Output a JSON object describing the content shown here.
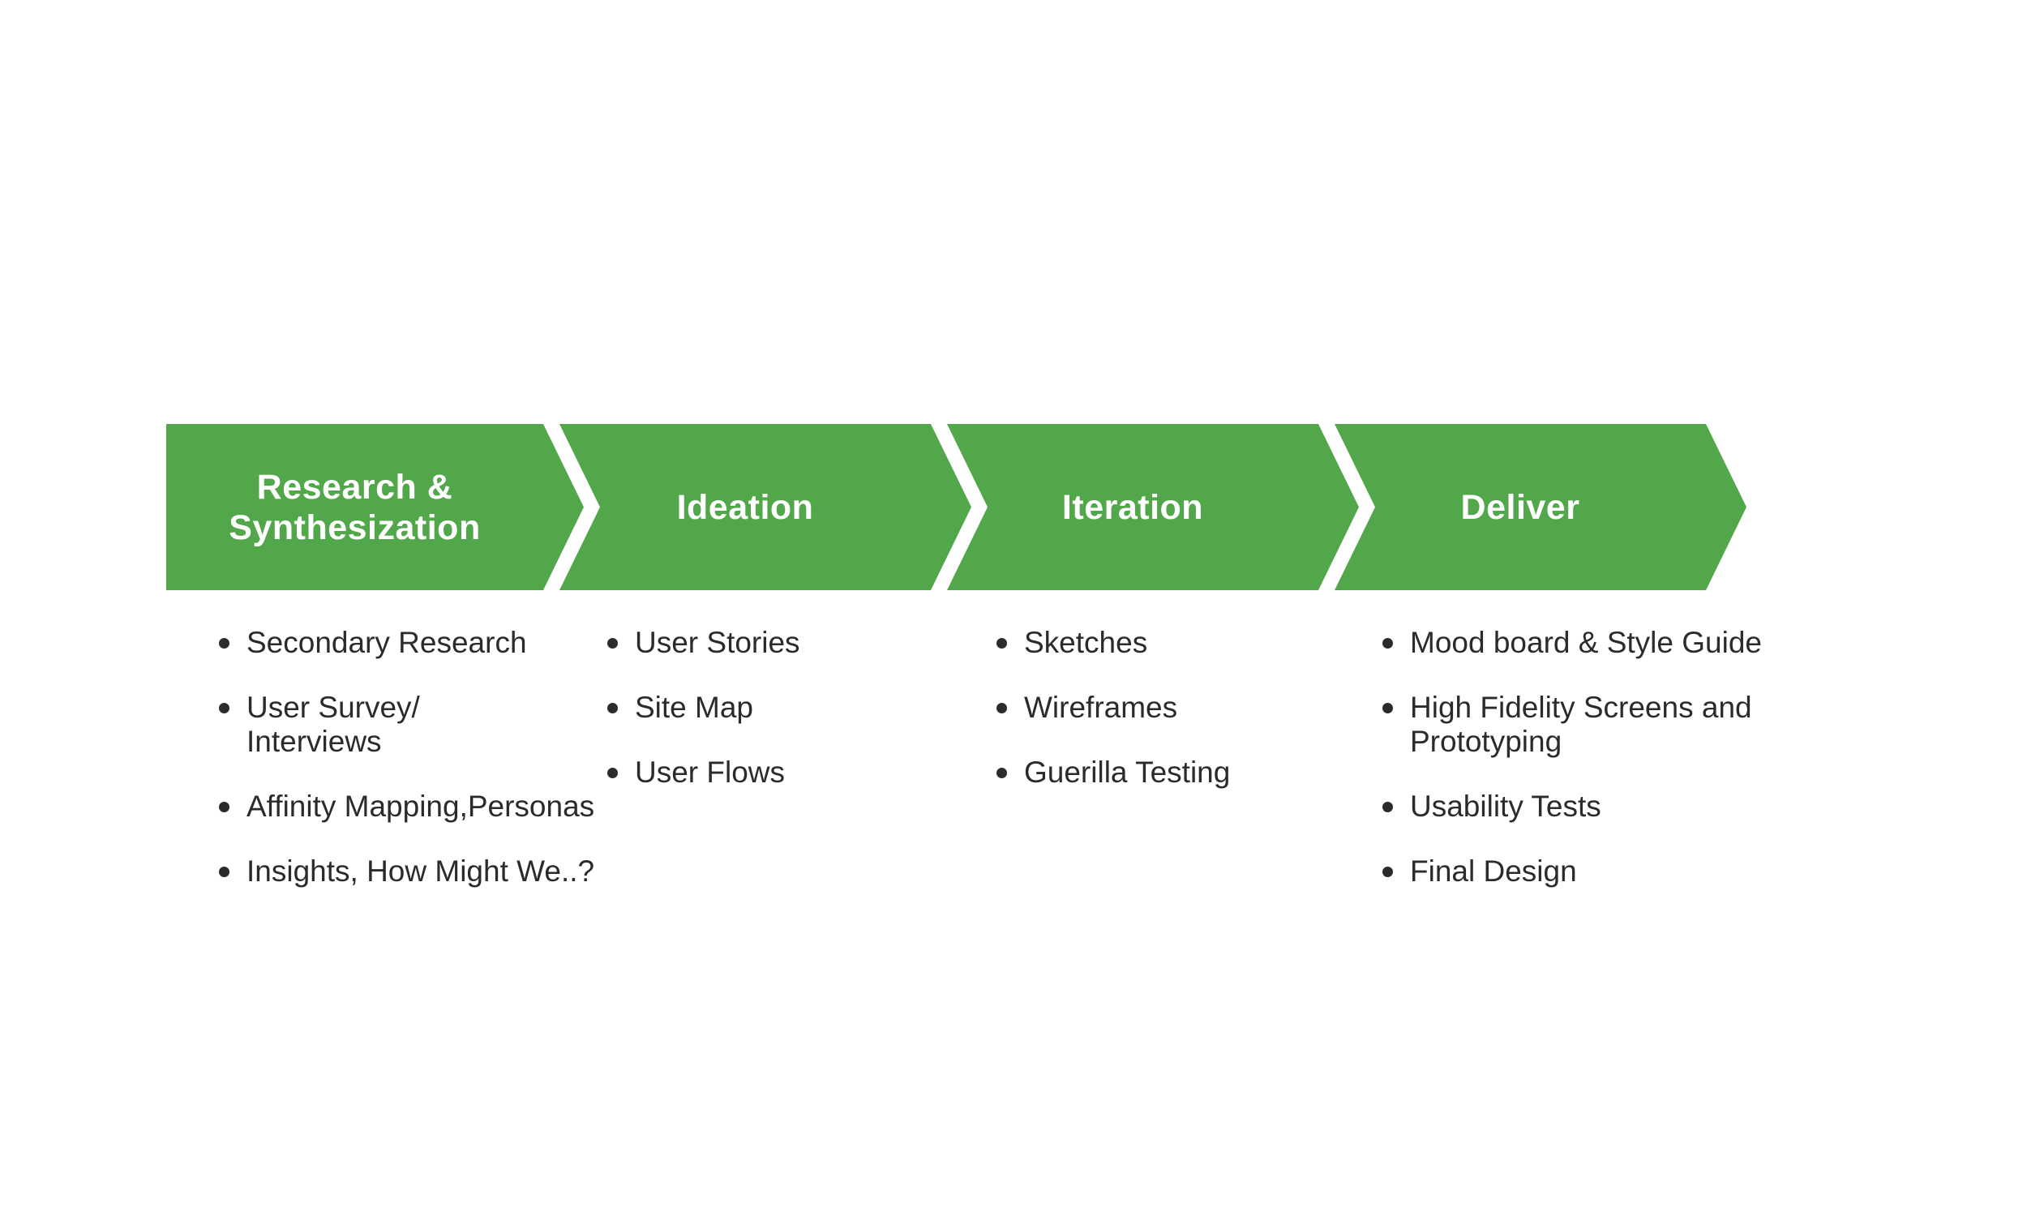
{
  "diagram": {
    "accent_green": "#52A74A",
    "header_text_color": "#ffffff",
    "body_text_color": "#2b2b2b",
    "stages": [
      {
        "label": "Research &\nSynthesization",
        "items": [
          "Secondary Research",
          "User Survey/\nInterviews",
          "Affinity Mapping,Personas",
          "Insights, How Might We..?"
        ]
      },
      {
        "label": "Ideation",
        "items": [
          "User Stories",
          "Site Map",
          "User Flows"
        ]
      },
      {
        "label": "Iteration",
        "items": [
          "Sketches",
          "Wireframes",
          "Guerilla Testing"
        ]
      },
      {
        "label": "Deliver",
        "items": [
          "Mood board & Style Guide",
          "High Fidelity Screens and Prototyping",
          "Usability Tests",
          "Final Design"
        ]
      }
    ]
  }
}
